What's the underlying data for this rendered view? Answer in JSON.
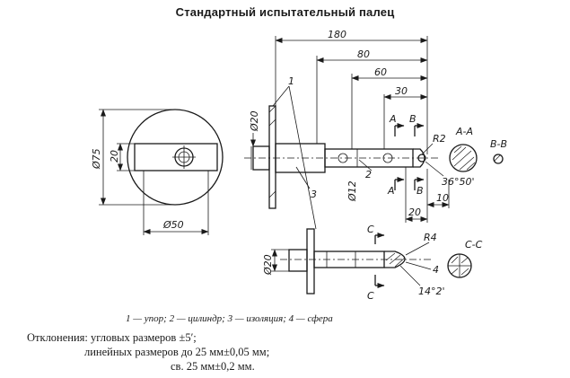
{
  "title": "Стандартный испытательный палец",
  "dimensions": {
    "d180": "180",
    "d80": "80",
    "d60": "60",
    "d30": "30",
    "d20_shaft": "Ø20",
    "d75": "Ø75",
    "d20_slot": "20",
    "d50": "Ø50",
    "d12": "Ø12",
    "r2": "R2",
    "angle": "36°50'",
    "d20_bottom": "20",
    "d10": "10",
    "d20_lower": "Ø20",
    "r4": "R4",
    "angle_lower": "14°2'"
  },
  "sections": {
    "a_top": "А",
    "b_top": "В",
    "a_bottom": "А",
    "b_bottom": "В",
    "aa": "А-А",
    "bb": "В-В",
    "c_top": "С",
    "c_bottom": "С",
    "cc": "С-С"
  },
  "callouts": {
    "p1": "1",
    "p2": "2",
    "p3": "3",
    "p4": "4"
  },
  "legend": "1 — упор; 2 — цилиндр; 3 — изоляция; 4 — сфера",
  "tolerances": {
    "line1": "Отклонения: угловых размеров ±5′;",
    "line2": "линейных размеров до 25 мм±0,05 мм;",
    "line3": "св. 25 мм±0,2 мм."
  }
}
